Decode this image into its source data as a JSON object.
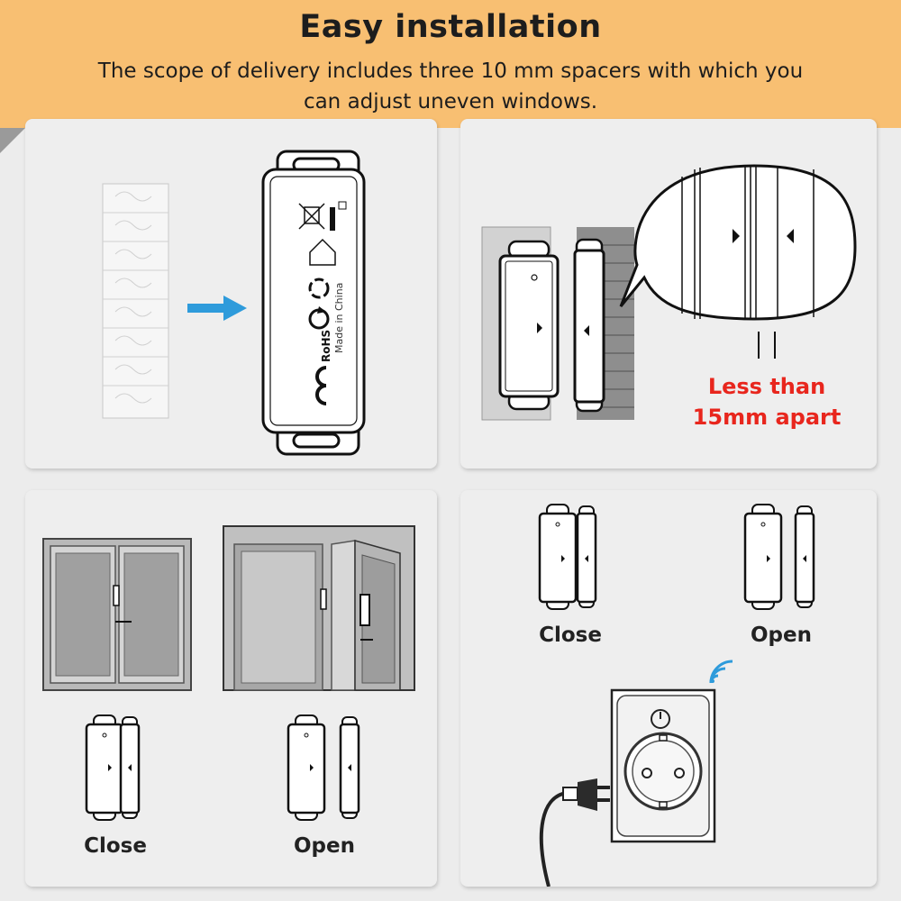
{
  "header": {
    "title": "Easy installation",
    "subtitle": "The scope of delivery includes three 10 mm spacers with which you can adjust uneven windows."
  },
  "panel1": {
    "icons": [
      "adhesive-tape-icon",
      "arrow-right-icon",
      "sensor-back-label-icon"
    ],
    "back_label": {
      "made_in": "Made in China",
      "rohs": "RoHS",
      "ce": "CE"
    }
  },
  "panel2": {
    "gap_text_line1": "Less than",
    "gap_text_line2": "15mm apart"
  },
  "panel3": {
    "close_label": "Close",
    "open_label": "Open"
  },
  "panel4": {
    "close_label": "Close",
    "open_label": "Open",
    "icons": [
      "wifi-signal-icon",
      "power-icon",
      "smart-plug-icon",
      "power-cord-icon"
    ]
  },
  "colors": {
    "banner": "#f8bf72",
    "arrow": "#2e9bdb",
    "warning_text": "#e8261d",
    "wifi": "#2e9bdb"
  }
}
